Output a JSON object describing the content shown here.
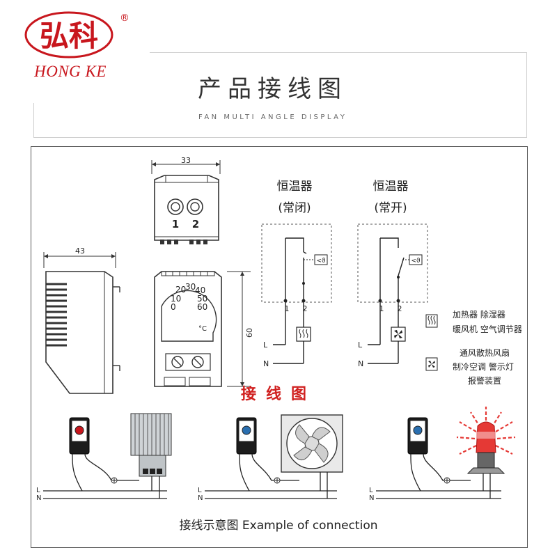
{
  "brand": {
    "logo_text": "弘科",
    "logo_registered": "®",
    "name_en": "HONG KE",
    "color": "#c8161d"
  },
  "header": {
    "title": "产品接线图",
    "subtitle": "FAN MULTI ANGLE DISPLAY"
  },
  "dimensions": {
    "width_top": "33",
    "width_side": "43",
    "height": "60"
  },
  "thermostat": {
    "terminal_1": "1",
    "terminal_2": "2",
    "dial_values": [
      "20",
      "30",
      "40",
      "10",
      "50",
      "0",
      "60"
    ],
    "dial_unit": "°C"
  },
  "circuits": {
    "nc": {
      "title": "恒温器",
      "mode": "(常闭)",
      "t1": "1",
      "t2": "2",
      "L": "L",
      "N": "N"
    },
    "no": {
      "title": "恒温器",
      "mode": "(常开)",
      "t1": "1",
      "t2": "2",
      "L": "L",
      "N": "N"
    }
  },
  "legend": {
    "heating_line1": "加热器 除湿器",
    "heating_line2": "暖风机 空气调节器",
    "cooling_line1": "通风散热风扇",
    "cooling_line2": "制冷空调 警示灯",
    "cooling_line3": "报警装置"
  },
  "wiring": {
    "title": "接线图",
    "L": "L",
    "N": "N",
    "caption": "接线示意图 Example of connection",
    "accent_color": "#d0201f"
  }
}
